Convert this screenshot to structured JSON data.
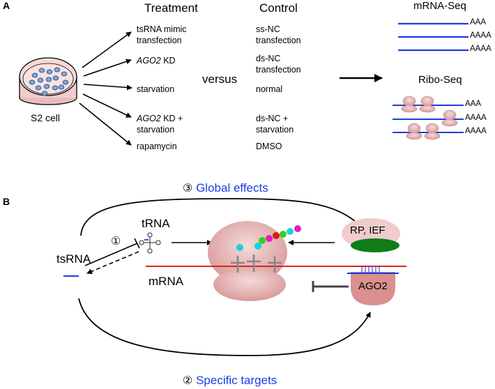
{
  "panel_a": {
    "letter": "A",
    "cell_label": "S2 cell",
    "treatment_header": "Treatment",
    "control_header": "Control",
    "versus": "versus",
    "treatments": [
      {
        "line1": "tsRNA mimic",
        "line2": "transfection"
      },
      {
        "line1": "AGO2",
        "line1_suffix": " KD",
        "line2": ""
      },
      {
        "line1": "starvation",
        "line2": ""
      },
      {
        "line1": "AGO2",
        "line1_suffix": " KD +",
        "line2": "starvation"
      },
      {
        "line1": "rapamycin",
        "line2": ""
      }
    ],
    "controls": [
      {
        "line1": "ss-NC",
        "line2": "transfection"
      },
      {
        "line1": "ds-NC",
        "line2": "transfection"
      },
      {
        "line1": "normal",
        "line2": ""
      },
      {
        "line1": "ds-NC +",
        "line2": "starvation"
      },
      {
        "line1": "DMSO",
        "line2": ""
      }
    ],
    "mrna_seq": {
      "title": "mRNA-Seq",
      "tails": [
        "AAA",
        "AAAA",
        "AAAA"
      ]
    },
    "ribo_seq": {
      "title": "Ribo-Seq",
      "tails": [
        "AAA",
        "AAAA",
        "AAAA"
      ]
    }
  },
  "panel_b": {
    "letter": "B",
    "global_num": "③",
    "global_text": "Global effects",
    "specific_num": "②",
    "specific_text": "Specific targets",
    "trna_num": "①",
    "tsrna": "tsRNA",
    "trna": "tRNA",
    "mrna": "mRNA",
    "rp_ief": "RP, IEF",
    "ago2": "AGO2"
  },
  "colors": {
    "blue_line": "#1a3ee0",
    "red_line": "#e3201b",
    "ribosome_fill": "#e9bcbc",
    "ago2_fill": "#d9908f",
    "green": "#0e7d1a"
  }
}
